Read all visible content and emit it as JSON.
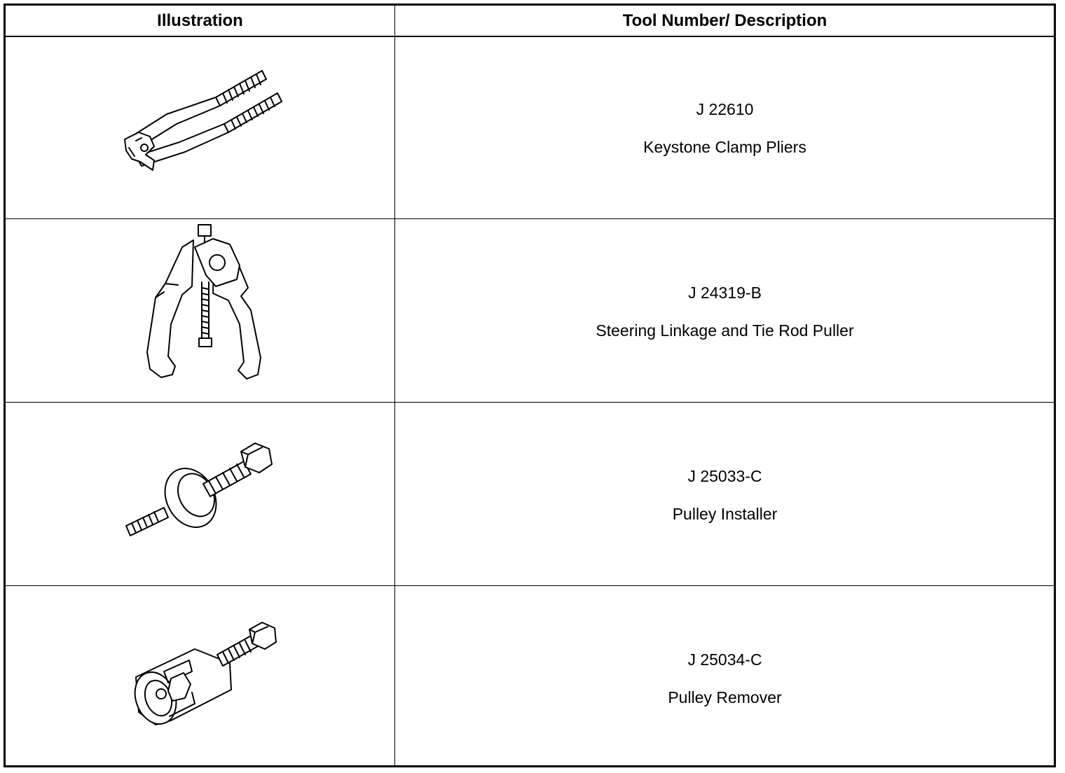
{
  "table": {
    "header": {
      "illustration": "Illustration",
      "description": "Tool Number/ Description"
    },
    "rows": [
      {
        "tool_number": "J 22610",
        "description": "Keystone Clamp Pliers",
        "icon": "keystone-clamp-pliers-icon"
      },
      {
        "tool_number": "J 24319-B",
        "description": "Steering Linkage and Tie Rod Puller",
        "icon": "tie-rod-puller-icon"
      },
      {
        "tool_number": "J 25033-C",
        "description": "Pulley Installer",
        "icon": "pulley-installer-icon"
      },
      {
        "tool_number": "J 25034-C",
        "description": "Pulley Remover",
        "icon": "pulley-remover-icon"
      }
    ]
  }
}
